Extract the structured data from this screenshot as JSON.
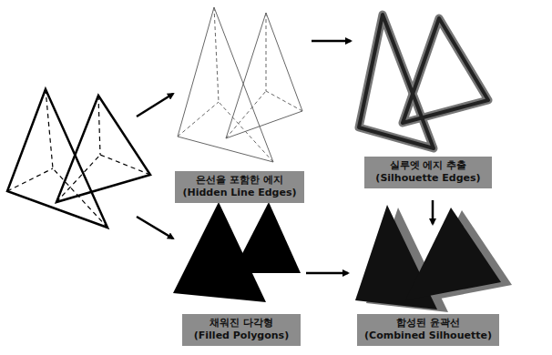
{
  "diagram": {
    "nodes": [
      {
        "text": [
          "은선을 포함한 에지",
          "(Hidden Line Edges)"
        ]
      },
      {
        "text": [
          "실루엣 에지 추출",
          "(Silhouette Edges)"
        ]
      },
      {
        "text": [
          "채워진 다각형",
          "(Filled Polygons)"
        ]
      },
      {
        "text": [
          "합성된 윤곽선",
          "(Combined Silhouette)"
        ]
      }
    ]
  }
}
